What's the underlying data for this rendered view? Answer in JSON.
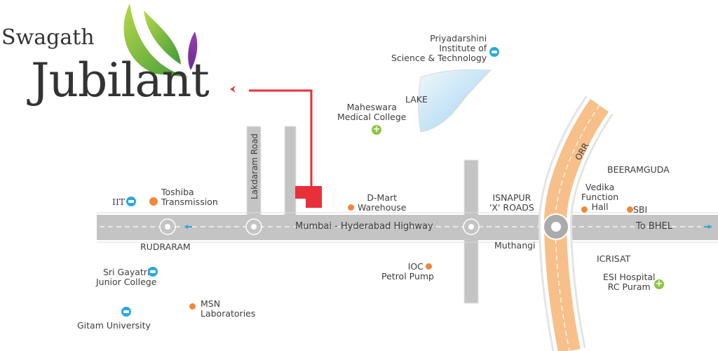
{
  "logo": {
    "line1": "Swagath",
    "line2": "Jubilant"
  },
  "roads": {
    "highway": "Mumbai - Hyderabad Highway",
    "lakdaram": "Lakdaram Road",
    "orr": "ORR",
    "to_bhel": "To BHEL"
  },
  "places": {
    "rudraram": "RUDRARAM",
    "isnapur_1": "ISNAPUR",
    "isnapur_2": "'X' ROADS",
    "muthangi": "Muthangi",
    "beeramguda": "BEERAMGUDA",
    "icrisat": "ICRISAT",
    "lake": "LAKE"
  },
  "landmarks": {
    "iit": "IIT",
    "toshiba_1": "Toshiba",
    "toshiba_2": "Transmission",
    "priyadarshini_1": "Priyadarshini",
    "priyadarshini_2": "Institute of",
    "priyadarshini_3": "Science & Technology",
    "maheswara_1": "Maheswara",
    "maheswara_2": "Medical College",
    "dmart_1": "D-Mart",
    "dmart_2": "Warehouse",
    "vedika_1": "Vedika",
    "vedika_2": "Function",
    "vedika_3": "Hall",
    "sbi": "SBI",
    "sri_gayatri_1": "Sri Gayatri",
    "sri_gayatri_2": "Junior College",
    "gitam": "Gitam University",
    "msn_1": "MSN",
    "msn_2": "Laboratories",
    "ioc_1": "IOC",
    "ioc_2": "Petrol Pump",
    "esi_1": "ESI Hospital",
    "esi_2": "RC Puram"
  },
  "colors": {
    "road": "#c4c4c4",
    "orr": "#f7c08a",
    "project_marker": "#e8303a",
    "education": "#29a8e0",
    "hospital": "#8cc63f",
    "poi": "#f0873a",
    "lake": "#bfe3f5"
  }
}
